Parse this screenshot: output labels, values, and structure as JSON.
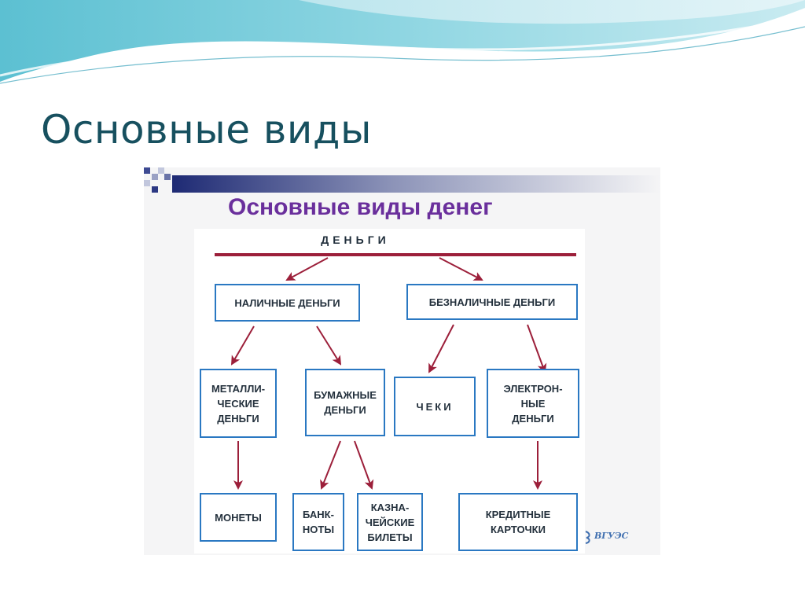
{
  "slide": {
    "title": "Основные виды"
  },
  "figure": {
    "title": "Основные виды денег",
    "root": "ДЕНЬГИ",
    "level1": {
      "cash": "НАЛИЧНЫЕ ДЕНЬГИ",
      "noncash": "БЕЗНАЛИЧНЫЕ ДЕНЬГИ"
    },
    "level2": {
      "metal": "МЕТАЛЛИ-\nЧЕСКИЕ\nДЕНЬГИ",
      "paper": "БУМАЖНЫЕ\nДЕНЬГИ",
      "cheques": "ЧЕКИ",
      "electronic": "ЭЛЕКТРОН-\nНЫЕ\nДЕНЬГИ"
    },
    "level3": {
      "coins": "МОНЕТЫ",
      "banknotes": "БАНК-\nНОТЫ",
      "treasury": "КАЗНА-\nЧЕЙСКИЕ\nБИЛЕТЫ",
      "cards": "КРЕДИТНЫЕ\nКАРТОЧКИ"
    },
    "logo_text": "ВГУЭС"
  },
  "colors": {
    "title": "#17505f",
    "figure_title": "#6a2f9c",
    "box_border": "#2a78c2",
    "arrow": "#9c1f3a",
    "rule": "#9c1f3a"
  }
}
